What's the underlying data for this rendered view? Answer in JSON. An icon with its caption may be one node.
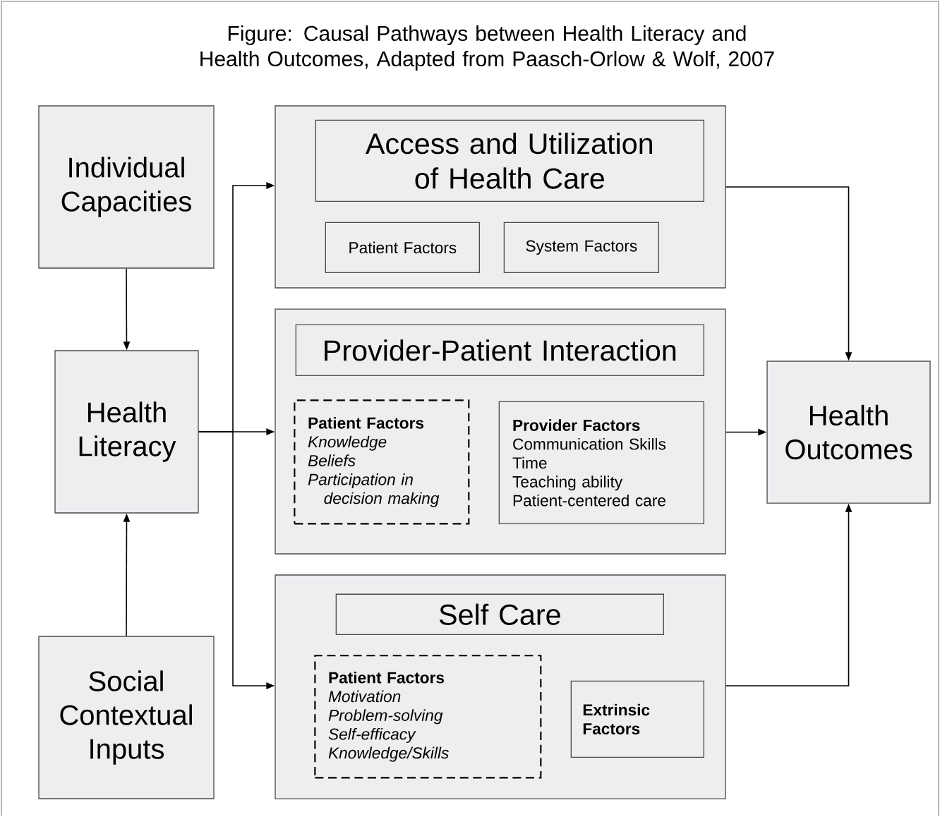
{
  "diagram": {
    "title": "Figure:  Causal Pathways between Health Literacy and Health Outcomes, Adapted from Paasch-Orlow & Wolf, 2007",
    "nodes": [
      {
        "text": [
          "Individual Capacities"
        ]
      },
      {
        "text": [
          "Health Literacy"
        ]
      },
      {
        "text": [
          "Social Contextual Inputs"
        ]
      },
      {
        "text": [],
        "shape": "box"
      },
      {
        "text": [
          "Access and Utilization of Health Care"
        ],
        "in": 3
      },
      {
        "text": [
          "Patient Factors"
        ],
        "in": 3
      },
      {
        "text": [
          "System Factors"
        ],
        "in": 3
      },
      {
        "text": [],
        "shape": "box"
      },
      {
        "text": [
          "Provider-Patient Interaction"
        ],
        "in": 7
      },
      {
        "text": [
          "Patient Factors",
          "Knowledge",
          "Beliefs",
          "Participation in decision making"
        ],
        "in": 7
      },
      {
        "text": [
          "Provider Factors",
          "Communication Skills",
          "Time",
          "Teaching ability",
          "Patient-centered care"
        ],
        "in": 7
      },
      {
        "text": [],
        "shape": "box"
      },
      {
        "text": [
          "Self Care"
        ],
        "in": 11
      },
      {
        "text": [
          "Patient Factors",
          "Motivation",
          "Problem-solving",
          "Self-efficacy",
          "Knowledge/Skills"
        ],
        "in": 11
      },
      {
        "text": [
          "Extrinsic Factors"
        ],
        "in": 11
      },
      {
        "text": [
          "Health Outcomes"
        ]
      }
    ],
    "edges": [
      {
        "from": 0,
        "to": 1,
        "arrow": "to"
      },
      {
        "from": 2,
        "to": 1,
        "arrow": "to"
      },
      {
        "from": 1,
        "to": 3,
        "arrow": "to"
      },
      {
        "from": 1,
        "to": 7,
        "arrow": "to"
      },
      {
        "from": 1,
        "to": 11,
        "arrow": "to"
      },
      {
        "from": 3,
        "to": 15,
        "arrow": "to"
      },
      {
        "from": 7,
        "to": 15,
        "arrow": "to"
      },
      {
        "from": 11,
        "to": 15,
        "arrow": "to"
      }
    ]
  }
}
